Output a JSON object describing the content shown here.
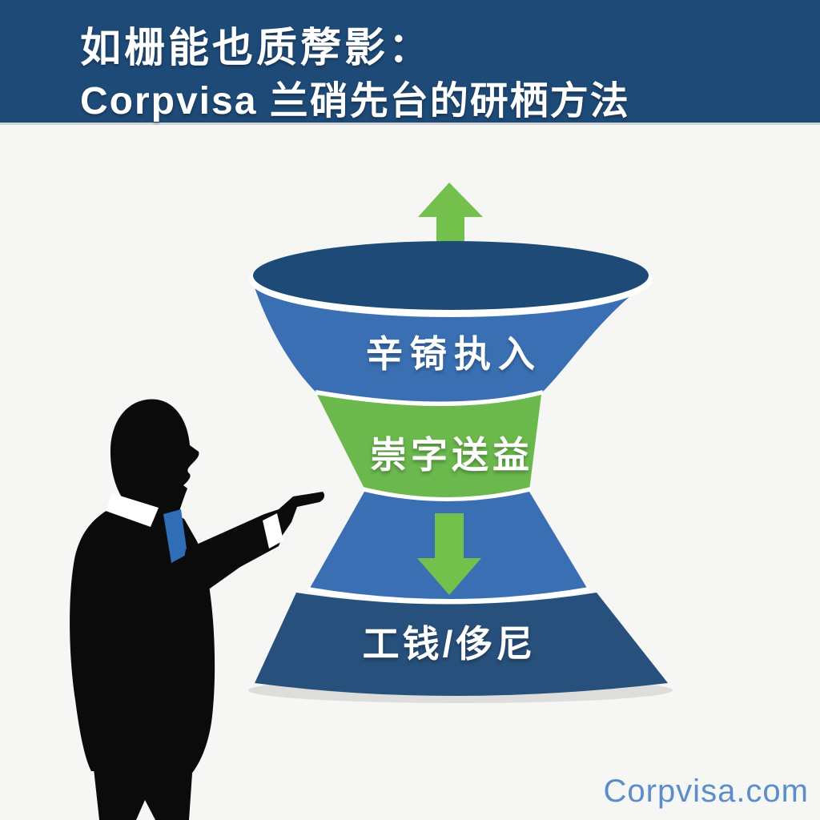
{
  "header": {
    "title_line1": "如栅能也质孷影：",
    "title_line2": "Corpvisa 兰硝先台的研栖方法"
  },
  "funnel": {
    "top_label": "辛锜执入",
    "middle_label": "崇字送益",
    "bottom_label": "工钱/侈尼"
  },
  "watermark": {
    "text": "Corpvisa.com"
  },
  "colors": {
    "header_background": "#1e4a77",
    "funnel_opening_navy": "#1d4a76",
    "funnel_body_blue": "#3a70b3",
    "funnel_waist_green": "#6bb84d",
    "funnel_base_navy": "#28507c",
    "arrow_green": "#74c04c",
    "tie_blue": "#2f6db5",
    "watermark_blue": "#5b8ec9",
    "page_background": "#f6f6f4",
    "text_white": "#ffffff",
    "silhouette_black": "#0b0b0b"
  }
}
